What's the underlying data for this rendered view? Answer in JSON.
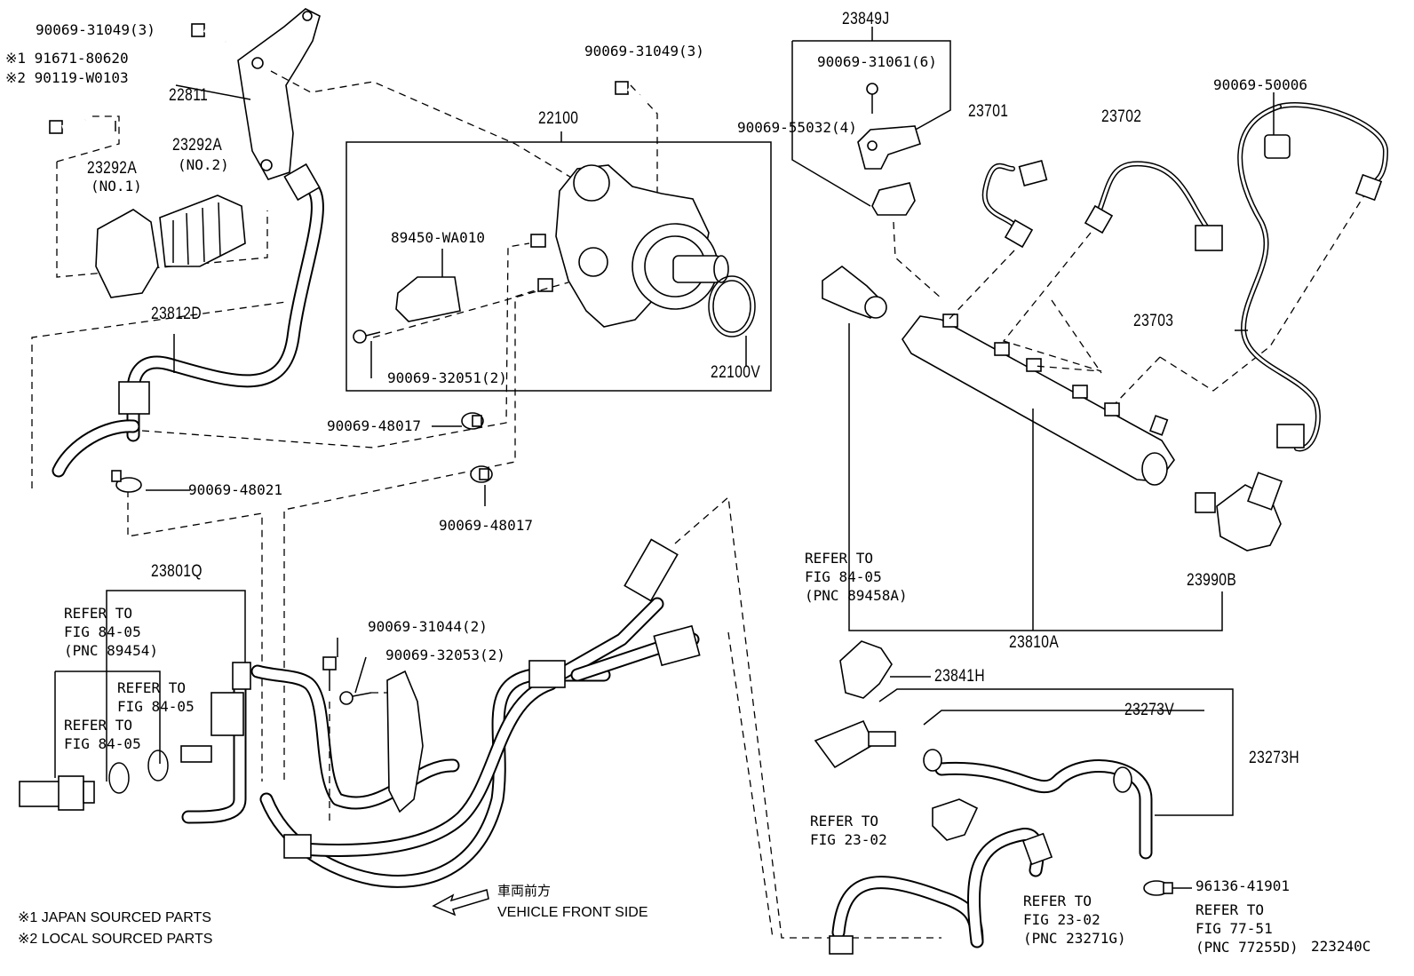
{
  "labels": {
    "bolt_bracket": "90069-31049(3)",
    "note1_part": "※1 91671-80620",
    "note2_part": "※2 90119-W0103",
    "bracket": "22811",
    "cover_no1": "23292A",
    "cover_no1_sub": "(NO.1)",
    "cover_no2": "23292A",
    "cover_no2_sub": "(NO.2)",
    "pump": "22100",
    "bolt_pump": "90069-31049(3)",
    "sensor_pump": "89450-WA010",
    "screw_pump": "90069-32051(2)",
    "oring_pump": "22100V",
    "hose_d": "23812D",
    "clamp_a": "90069-48017",
    "clamp_b": "90069-48021",
    "clamp_c": "90069-48017",
    "clamp_set": "23849J",
    "bolt_clamp": "90069-31061(6)",
    "clamp_half": "90069-55032(4)",
    "harness_1": "23701",
    "harness_2": "23702",
    "harness_3_clip": "90069-50006",
    "harness_3": "23703",
    "rail": "23810A",
    "valve": "23990B",
    "refer_rail": "REFER TO\nFIG 84-05\n(PNC 89458A)",
    "pipe_q": "23801Q",
    "refer_pipe_1": "REFER TO\nFIG 84-05\n(PNC 89454)",
    "refer_pipe_2": "REFER TO\nFIG 84-05",
    "refer_pipe_3": "REFER TO\nFIG 84-05",
    "bolt_pipe": "90069-31044(2)",
    "screw_pipe": "90069-32053(2)",
    "clip_h": "23841H",
    "hose_v": "23273V",
    "hose_h": "23273H",
    "refer_hose_1": "REFER TO\nFIG 23-02",
    "refer_hose_2": "REFER TO\nFIG 23-02\n(PNC 23271G)",
    "clamp_hose": "96136-41901",
    "refer_hose_3": "REFER TO\nFIG 77-51\n(PNC 77255D)",
    "diagram_code": "223240C",
    "front_jp": "車両前方",
    "front_en": "VEHICLE FRONT SIDE",
    "legend_1": "※1 JAPAN SOURCED PARTS",
    "legend_2": "※2 LOCAL SOURCED PARTS"
  }
}
